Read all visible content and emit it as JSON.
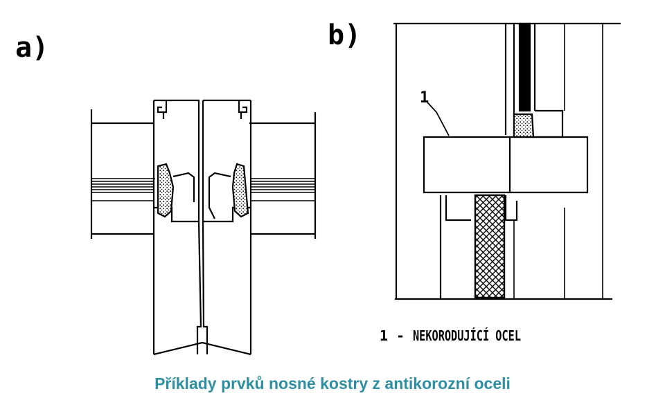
{
  "figure_a": {
    "label": "a)"
  },
  "figure_b": {
    "label": "b)",
    "callout": "1"
  },
  "legend": {
    "number": "1",
    "separator": "-",
    "text": "NEKORODUJÍCÍ OCEL"
  },
  "caption": {
    "text": "Příklady prvků nosné kostry z antikorozní oceli"
  },
  "colors": {
    "ink": "#000000",
    "caption": "#2e8fa3",
    "hatch": "#000000"
  }
}
